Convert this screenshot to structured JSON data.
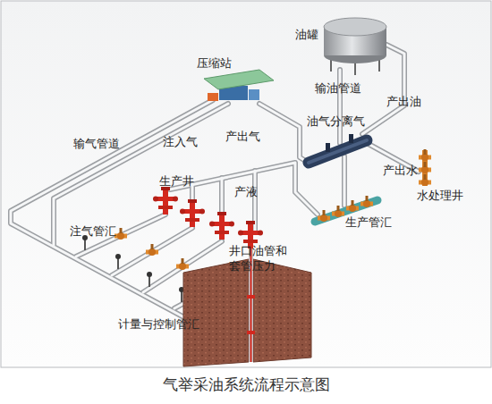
{
  "diagram": {
    "caption": "气举采油系统流程示意图",
    "labels": [
      "油罐",
      "压缩站",
      "输油管道",
      "产出油",
      "产出气",
      "油气分离气",
      "输气管道",
      "注入气",
      "产出水",
      "生产井",
      "产液",
      "水处理井",
      "生产管汇",
      "注气管汇",
      "井口油管和 套管压力",
      "计量与控制管汇"
    ]
  }
}
